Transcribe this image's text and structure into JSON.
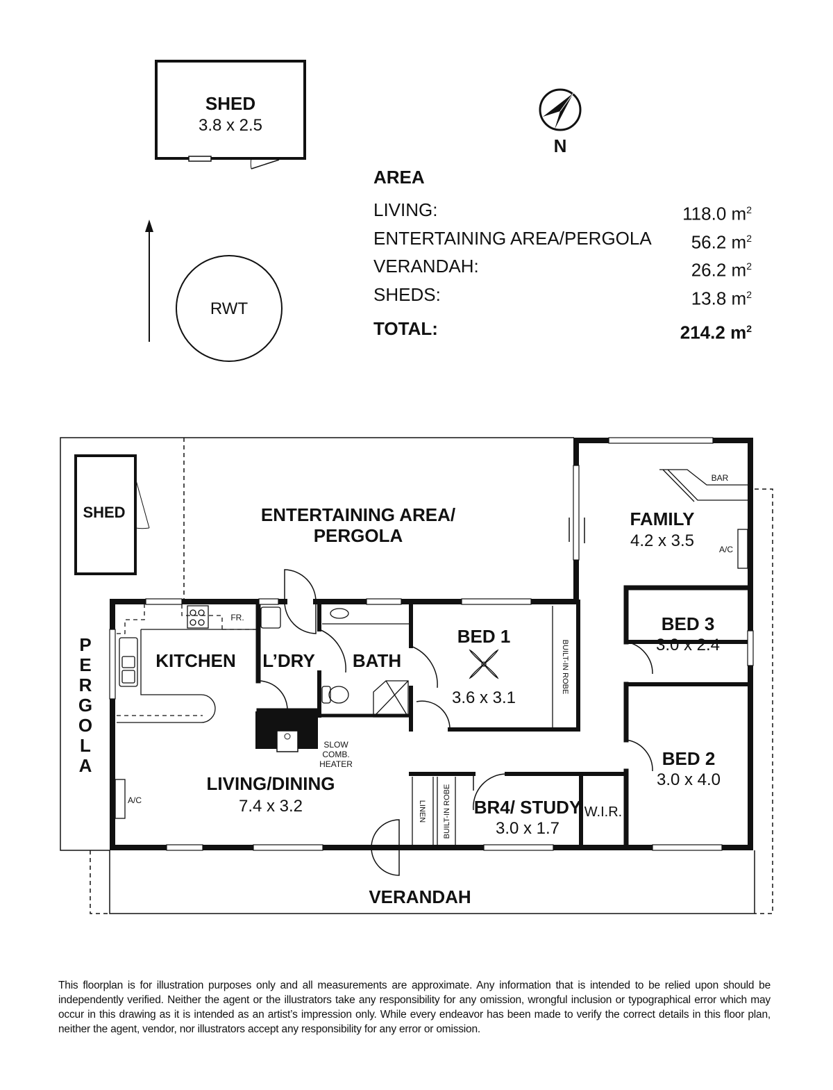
{
  "north_label": "N",
  "shed_top": {
    "name": "SHED",
    "dims": "3.8 x 2.5"
  },
  "rwt_label": "RWT",
  "area": {
    "title": "AREA",
    "unit": "m",
    "unit_power": "2",
    "rows": [
      {
        "label": "LIVING:",
        "value": "118.0"
      },
      {
        "label": "ENTERTAINING AREA/PERGOLA",
        "value": "56.2"
      },
      {
        "label": "VERANDAH:",
        "value": "26.2"
      },
      {
        "label": "SHEDS:",
        "value": "13.8"
      }
    ],
    "total": {
      "label": "TOTAL:",
      "value": "214.2"
    }
  },
  "rooms": {
    "shed": "SHED",
    "entertaining_line1": "ENTERTAINING AREA/",
    "entertaining_line2": "PERGOLA",
    "pergola": "PERGOLA",
    "family": {
      "name": "FAMILY",
      "dims": "4.2 x 3.5"
    },
    "bar": "BAR",
    "ac_family": "A/C",
    "bed3": {
      "name": "BED 3",
      "dims": "3.0 x 2.4"
    },
    "bed2": {
      "name": "BED 2",
      "dims": "3.0 x 4.0"
    },
    "bed1": {
      "name": "BED 1",
      "dims": "3.6 x 3.1"
    },
    "built_in_robe_bed1": "BUILT-IN ROBE",
    "kitchen": "KITCHEN",
    "fridge": "FR.",
    "laundry": "L’DRY",
    "bath": "BATH",
    "heater_line1": "SLOW",
    "heater_line2": "COMB.",
    "heater_line3": "HEATER",
    "living": {
      "name": "LIVING/DINING",
      "dims": "7.4 x 3.2"
    },
    "ac_living": "A/C",
    "linen": "LINEN",
    "built_in_robe_br4": "BUILT-IN ROBE",
    "br4": {
      "name": "BR4/ STUDY",
      "dims": "3.0 x 1.7"
    },
    "wir": "W.I.R.",
    "verandah": "VERANDAH"
  },
  "disclaimer": "This floorplan is for illustration purposes only and all measurements are approximate. Any information that is intended to be relied upon should be independently verified. Neither the agent or the illustrators take any responsibility for any omission, wrongful inclusion or typographical error which may occur in this drawing as it is intended as an artist’s impression only. While every endeavor has been made to verify the correct details in this floor plan, neither the agent, vendor, nor illustrators accept any responsibility for any error or omission."
}
